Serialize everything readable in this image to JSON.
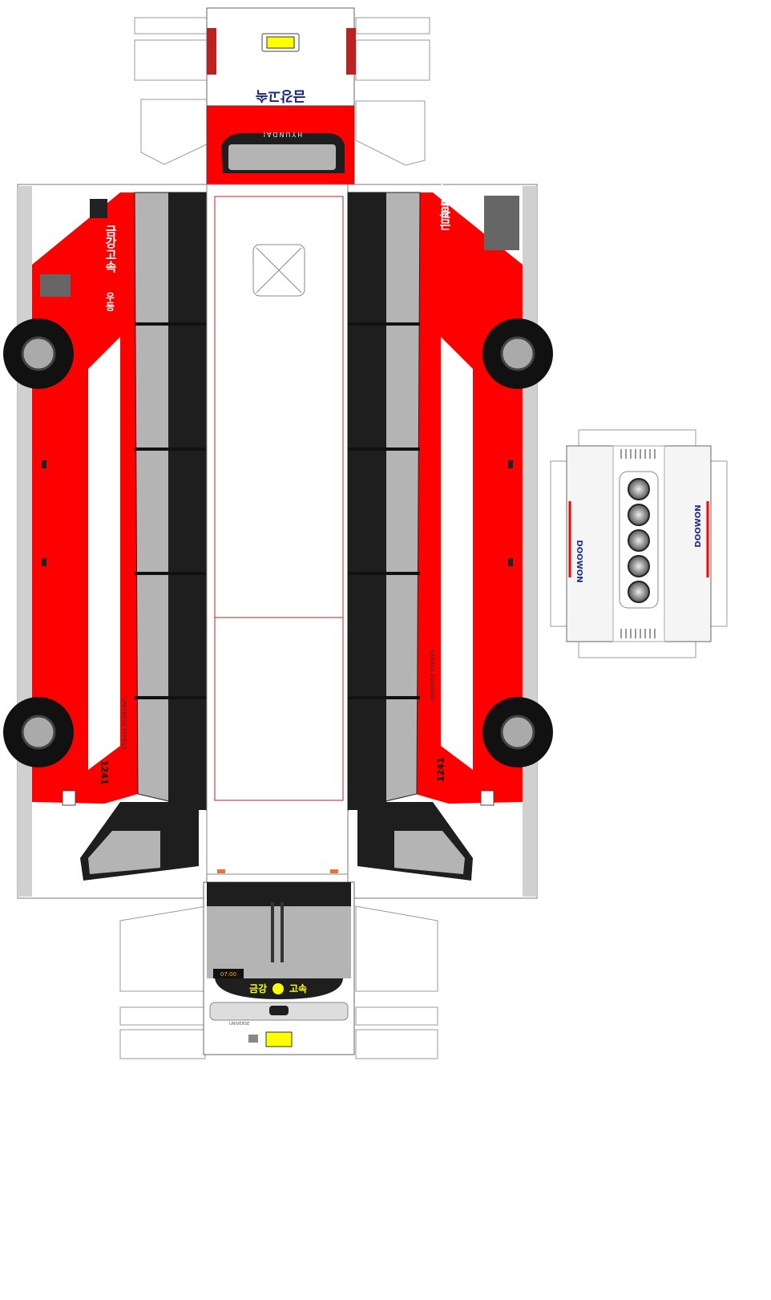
{
  "model": {
    "brand_rear": "HYUNDAI",
    "operator": "금강고속",
    "operator_front_left": "금강",
    "operator_front_right": "고속",
    "route_label": "우등",
    "model_name": "UNIVERSE XPRESS",
    "model_badge": "Noble",
    "fleet_number": "1241",
    "front_badge": "UNIVERSE",
    "sign_time": "07:00",
    "ac_brand": "DOOWON"
  },
  "colors": {
    "livery_red": "#ff0000",
    "body_white": "#ffffff",
    "window_gray": "#b4b4b4",
    "window_dark": "#1e1e1e",
    "plate_yellow": "#ffff00",
    "ac_blue": "#1a2e8c"
  }
}
